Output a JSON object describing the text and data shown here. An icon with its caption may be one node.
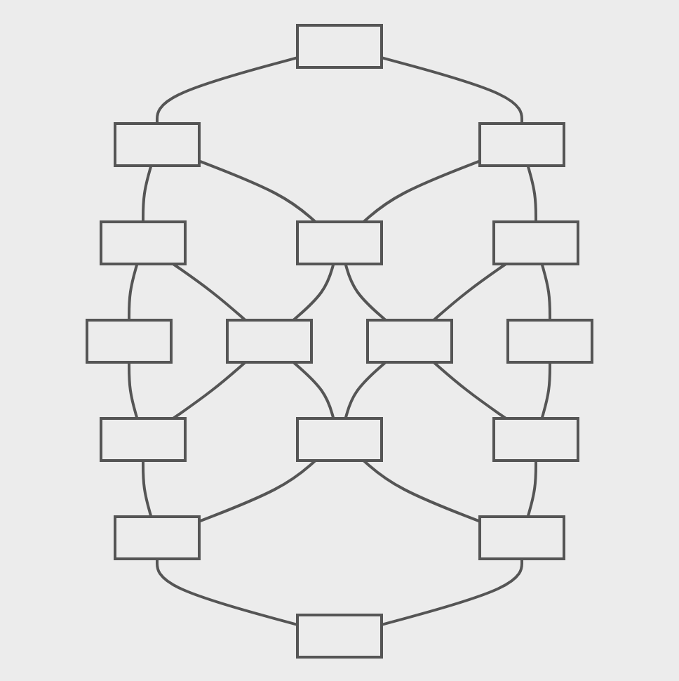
{
  "diagram": {
    "nodes": [
      {
        "text": [],
        "shape": "box"
      },
      {
        "text": [],
        "shape": "box"
      },
      {
        "text": [],
        "shape": "box"
      },
      {
        "text": [],
        "shape": "box"
      },
      {
        "text": [],
        "shape": "box"
      },
      {
        "text": [],
        "shape": "box"
      },
      {
        "text": [],
        "shape": "box"
      },
      {
        "text": [],
        "shape": "box"
      },
      {
        "text": [],
        "shape": "box"
      },
      {
        "text": [],
        "shape": "box"
      },
      {
        "text": [],
        "shape": "box"
      },
      {
        "text": [],
        "shape": "box"
      },
      {
        "text": [],
        "shape": "box"
      },
      {
        "text": [],
        "shape": "box"
      },
      {
        "text": [],
        "shape": "box"
      },
      {
        "text": [],
        "shape": "box"
      }
    ],
    "edges": [
      {
        "from": 0,
        "to": 1,
        "arrow": "none"
      },
      {
        "from": 1,
        "to": 2,
        "arrow": "none"
      },
      {
        "from": 2,
        "to": 3,
        "arrow": "none"
      },
      {
        "from": 0,
        "to": 4,
        "arrow": "none"
      },
      {
        "from": 1,
        "to": 5,
        "arrow": "none"
      },
      {
        "from": 2,
        "to": 6,
        "arrow": "none"
      },
      {
        "from": 3,
        "to": 7,
        "arrow": "none"
      },
      {
        "from": 4,
        "to": 5,
        "arrow": "none"
      },
      {
        "from": 5,
        "to": 6,
        "arrow": "none"
      },
      {
        "from": 6,
        "to": 7,
        "arrow": "none"
      },
      {
        "from": 4,
        "to": 8,
        "arrow": "none"
      },
      {
        "from": 5,
        "to": 9,
        "arrow": "none"
      },
      {
        "from": 6,
        "to": 10,
        "arrow": "none"
      },
      {
        "from": 7,
        "to": 11,
        "arrow": "none"
      },
      {
        "from": 8,
        "to": 9,
        "arrow": "none"
      },
      {
        "from": 9,
        "to": 10,
        "arrow": "none"
      },
      {
        "from": 10,
        "to": 11,
        "arrow": "none"
      },
      {
        "from": 8,
        "to": 12,
        "arrow": "none"
      },
      {
        "from": 9,
        "to": 13,
        "arrow": "none"
      },
      {
        "from": 10,
        "to": 14,
        "arrow": "none"
      },
      {
        "from": 11,
        "to": 15,
        "arrow": "none"
      },
      {
        "from": 12,
        "to": 13,
        "arrow": "none"
      },
      {
        "from": 13,
        "to": 14,
        "arrow": "none"
      },
      {
        "from": 14,
        "to": 15,
        "arrow": "none"
      }
    ]
  }
}
